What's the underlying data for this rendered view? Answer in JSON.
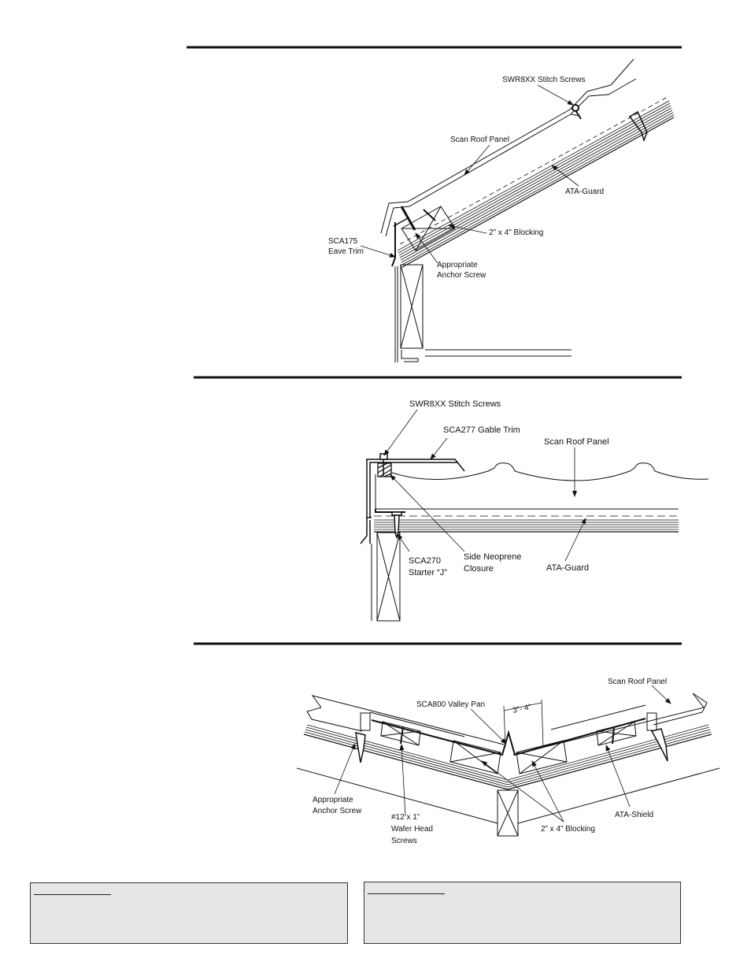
{
  "diagrams": {
    "eave": {
      "stitch_screws": "SWR8XX Stitch Screws",
      "roof_panel": "Scan Roof Panel",
      "underlayment": "ATA-Guard",
      "blocking": "2\" x 4\" Blocking",
      "eave_trim_line1": "SCA175",
      "eave_trim_line2": "Eave Trim",
      "anchor_line1": "Appropriate",
      "anchor_line2": "Anchor Screw"
    },
    "gable": {
      "stitch_screws": "SWR8XX Stitch Screws",
      "gable_trim": "SCA277 Gable Trim",
      "roof_panel": "Scan Roof Panel",
      "closure_line1": "Side Neoprene",
      "closure_line2": "Closure",
      "starter_line1": "SCA270",
      "starter_line2": "Starter “J”",
      "underlayment": "ATA-Guard"
    },
    "valley": {
      "roof_panel": "Scan Roof Panel",
      "valley_pan": "SCA800 Valley Pan",
      "dimension": "3”- 4”",
      "anchor_line1": "Appropriate",
      "anchor_line2": "Anchor Screw",
      "screws_line1": "#12 x 1”",
      "screws_line2": "Wafer Head",
      "screws_line3": "Screws",
      "blocking": "2” x 4” Blocking",
      "underlayment": "ATA-Shield"
    }
  },
  "colors": {
    "line": "#111111",
    "note_fill": "#e6e6e6"
  }
}
